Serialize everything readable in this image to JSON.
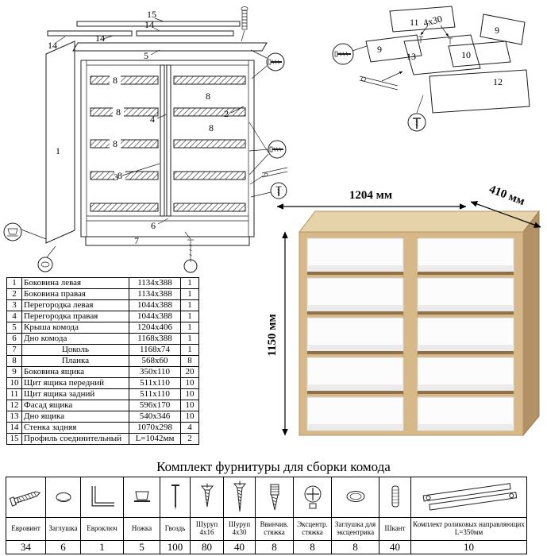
{
  "callouts": {
    "n1": "1",
    "n2": "2",
    "n3": "3",
    "n4": "4",
    "n5": "5",
    "n6": "6",
    "n7": "7",
    "n8": "8",
    "n9": "9",
    "n10": "10",
    "n11": "11",
    "n12": "12",
    "n13": "13",
    "n14": "14",
    "n15": "15",
    "screw_4x30": "4x30"
  },
  "parts_table": {
    "rows": [
      {
        "num": "1",
        "name": "Боковина левая",
        "size": "1134x388",
        "qty": "1"
      },
      {
        "num": "2",
        "name": "Боковина правая",
        "size": "1134x388",
        "qty": "1"
      },
      {
        "num": "3",
        "name": "Перегородка левая",
        "size": "1044x388",
        "qty": "1"
      },
      {
        "num": "4",
        "name": "Перегородка правая",
        "size": "1044x388",
        "qty": "1"
      },
      {
        "num": "5",
        "name": "Крыша комода",
        "size": "1204x406",
        "qty": "1"
      },
      {
        "num": "6",
        "name": "Дно комода",
        "size": "1168x388",
        "qty": "1"
      },
      {
        "num": "7",
        "name": "Цоколь",
        "size": "1168x74",
        "qty": "1"
      },
      {
        "num": "8",
        "name": "Планка",
        "size": "568x60",
        "qty": "8"
      },
      {
        "num": "9",
        "name": "Боковина ящика",
        "size": "350x110",
        "qty": "20"
      },
      {
        "num": "10",
        "name": "Щит ящика передний",
        "size": "511x110",
        "qty": "10"
      },
      {
        "num": "11",
        "name": "Щит ящика задний",
        "size": "511x110",
        "qty": "10"
      },
      {
        "num": "12",
        "name": "Фасад ящика",
        "size": "596x170",
        "qty": "10"
      },
      {
        "num": "13",
        "name": "Дно ящика",
        "size": "540x346",
        "qty": "10"
      },
      {
        "num": "14",
        "name": "Стенка задняя",
        "size": "1070x298",
        "qty": "4"
      },
      {
        "num": "15",
        "name": "Профиль соединительный",
        "size": "L=1042мм",
        "qty": "2"
      }
    ]
  },
  "render": {
    "dimensions": {
      "width": "1204 мм",
      "depth": "410 мм",
      "height": "1150 мм"
    }
  },
  "colors": {
    "oak": "#d7b888",
    "oak_light": "#e7d3a9",
    "oak_dark": "#b19165",
    "drawer_front": "#fcfcfc"
  },
  "hardware": {
    "title": "Комплект фурнитуры для сборки комода",
    "items": [
      {
        "name": "Евровинт",
        "qty": "34",
        "icon": "eurovint-icon"
      },
      {
        "name": "Заглушка",
        "qty": "6",
        "icon": "cap-icon"
      },
      {
        "name": "Евроключ",
        "qty": "1",
        "icon": "hex-key-icon"
      },
      {
        "name": "Ножка",
        "qty": "5",
        "icon": "leg-icon"
      },
      {
        "name": "Гвоздь",
        "qty": "100",
        "icon": "nail-icon"
      },
      {
        "name": "Шуруп 4x16",
        "qty": "80",
        "icon": "screw-4x16-icon"
      },
      {
        "name": "Шуруп 4x30",
        "qty": "40",
        "icon": "screw-4x30-icon"
      },
      {
        "name": "Ввинчив. стяжка",
        "qty": "8",
        "icon": "insert-nut-icon"
      },
      {
        "name": "Эксцентр. стяжка",
        "qty": "8",
        "icon": "cam-lock-icon"
      },
      {
        "name": "Заглушка для эксцентрика",
        "qty": "8",
        "icon": "cam-cap-icon"
      },
      {
        "name": "Шкант",
        "qty": "40",
        "icon": "dowel-icon"
      },
      {
        "name": "Комплект роликовых направляющих L=350мм",
        "qty": "10",
        "icon": "roller-guides-icon"
      }
    ]
  }
}
